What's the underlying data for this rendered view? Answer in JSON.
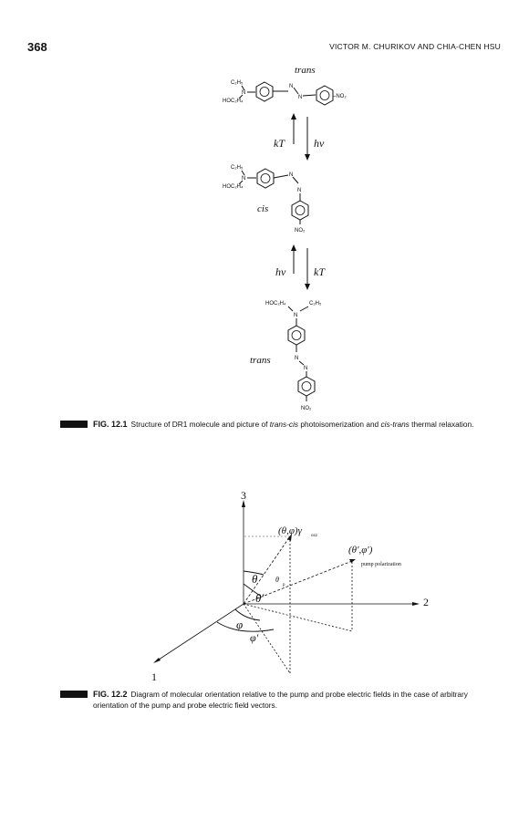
{
  "header": {
    "page_number": "368",
    "running_head": "VICTOR M. CHURIKOV AND CHIA-CHEN HSU"
  },
  "figure1": {
    "label_trans_top": "trans",
    "label_cis": "cis",
    "label_trans_bottom": "trans",
    "arrow_kT_up": "kT",
    "arrow_hv_down": "hν",
    "arrow_hv_up": "hν",
    "arrow_kT_down": "kT",
    "sub_c2h5": "C₂H₅",
    "sub_hoc2h4": "HOC₂H₄",
    "atom_n": "N",
    "group_no2": "–NO₂",
    "group_no2_plain": "NO₂",
    "caption_tag": "FIG. 12.1",
    "caption_text_a": "Structure of DR1 molecule and picture of ",
    "caption_italic_a": "trans-cis",
    "caption_text_b": " photoisomerization and ",
    "caption_italic_b": "cis-trans",
    "caption_text_c": " thermal relaxation."
  },
  "figure2": {
    "axis_3": "3",
    "axis_2": "2",
    "axis_1": "1",
    "vec_probe": "(θ,φ)γ",
    "vec_probe_sub": "ozz",
    "vec_pump": "(θ′,φ′)",
    "pump_label": "pump polarization",
    "theta": "θ",
    "theta_prime": "θ′",
    "theta_p": "θ",
    "p_sub": "p",
    "phi": "φ",
    "phi_prime": "φ′",
    "caption_tag": "FIG. 12.2",
    "caption_text": "Diagram of molecular orientation relative to the pump and probe electric fields in the case of arbitrary orientation of the pump and probe electric field vectors."
  }
}
